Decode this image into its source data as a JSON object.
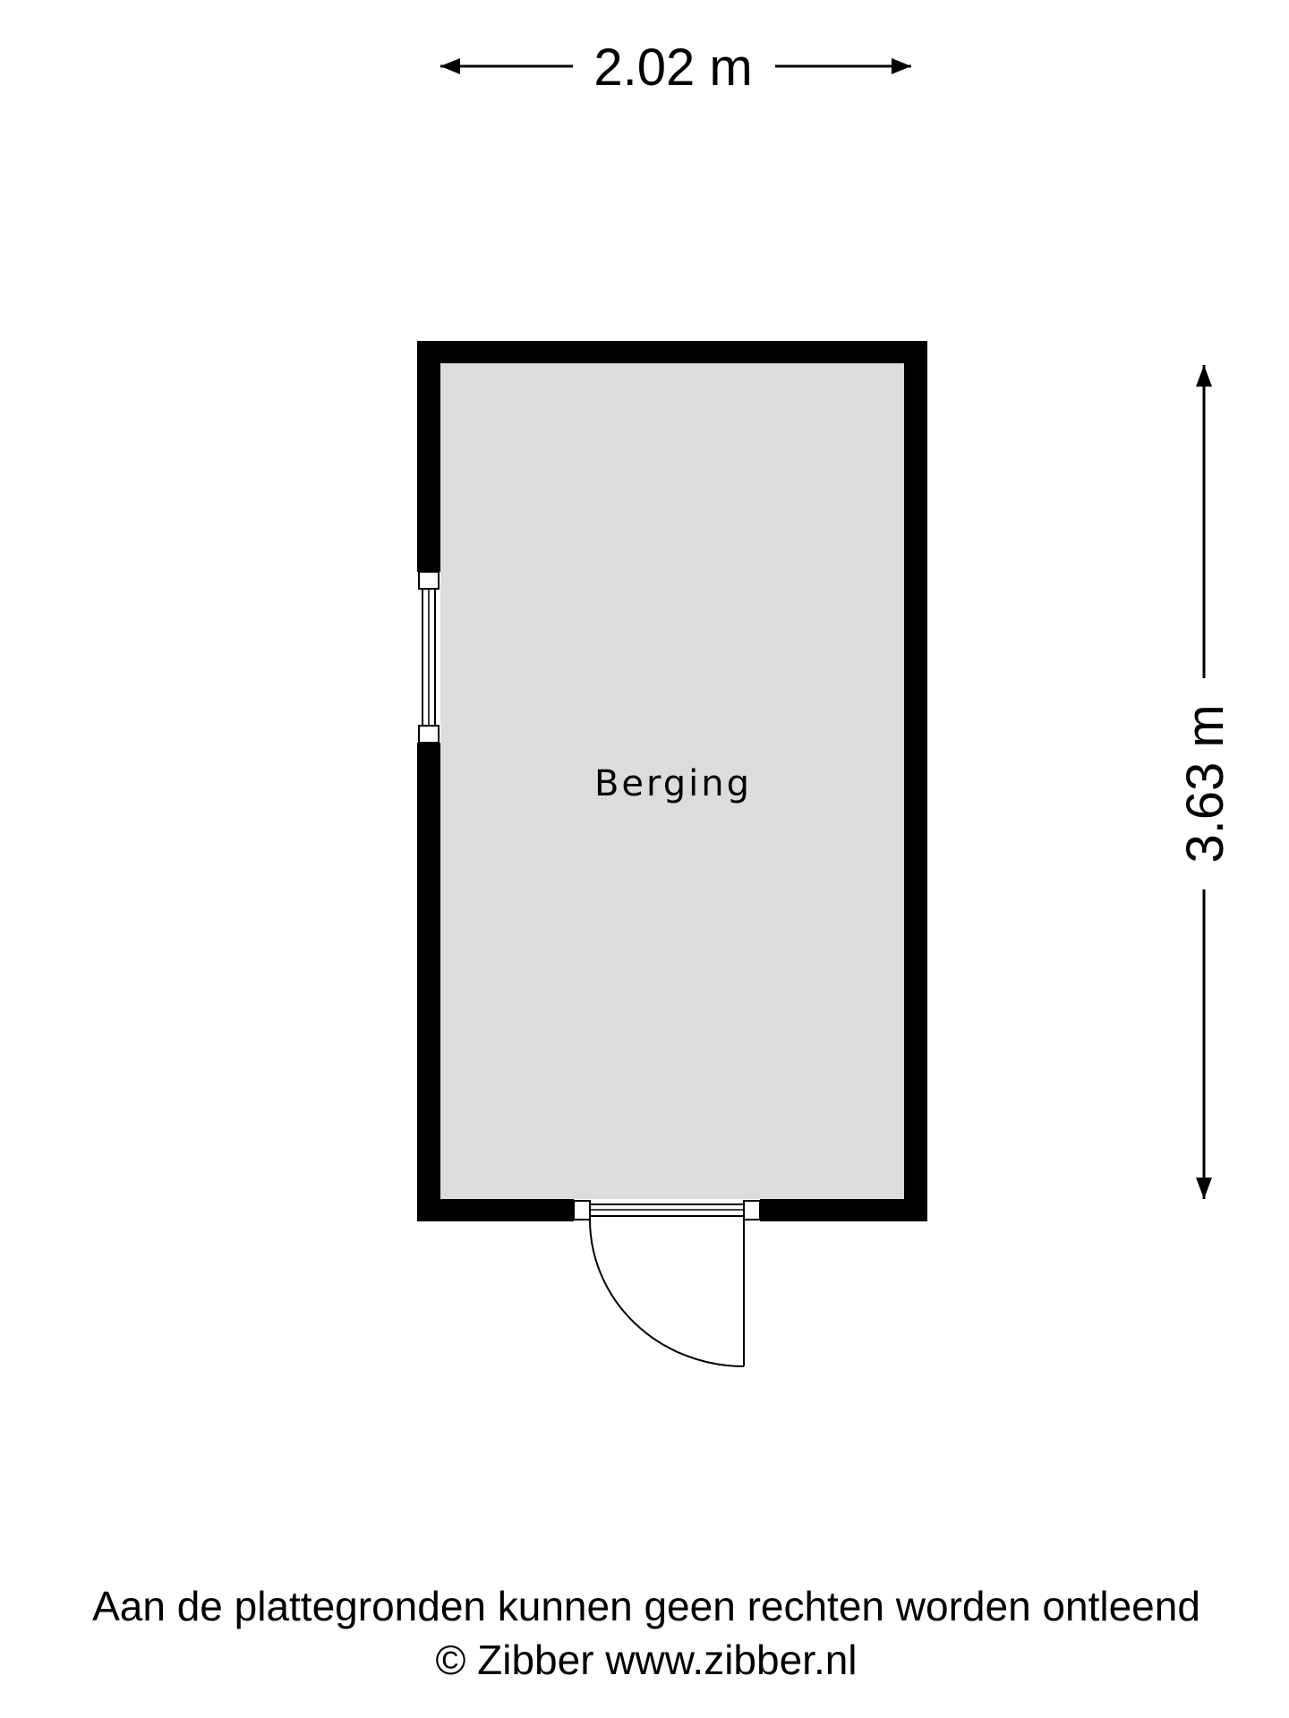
{
  "dimensions": {
    "width_label": "2.02 m",
    "height_label": "3.63 m"
  },
  "room": {
    "name": "Berging"
  },
  "footer": {
    "disclaimer": "Aan de plattegronden kunnen geen rechten worden ontleend",
    "copyright": "© Zibber www.zibber.nl"
  },
  "colors": {
    "wall": "#000000",
    "floor": "#dcdcdc",
    "background": "#ffffff"
  }
}
